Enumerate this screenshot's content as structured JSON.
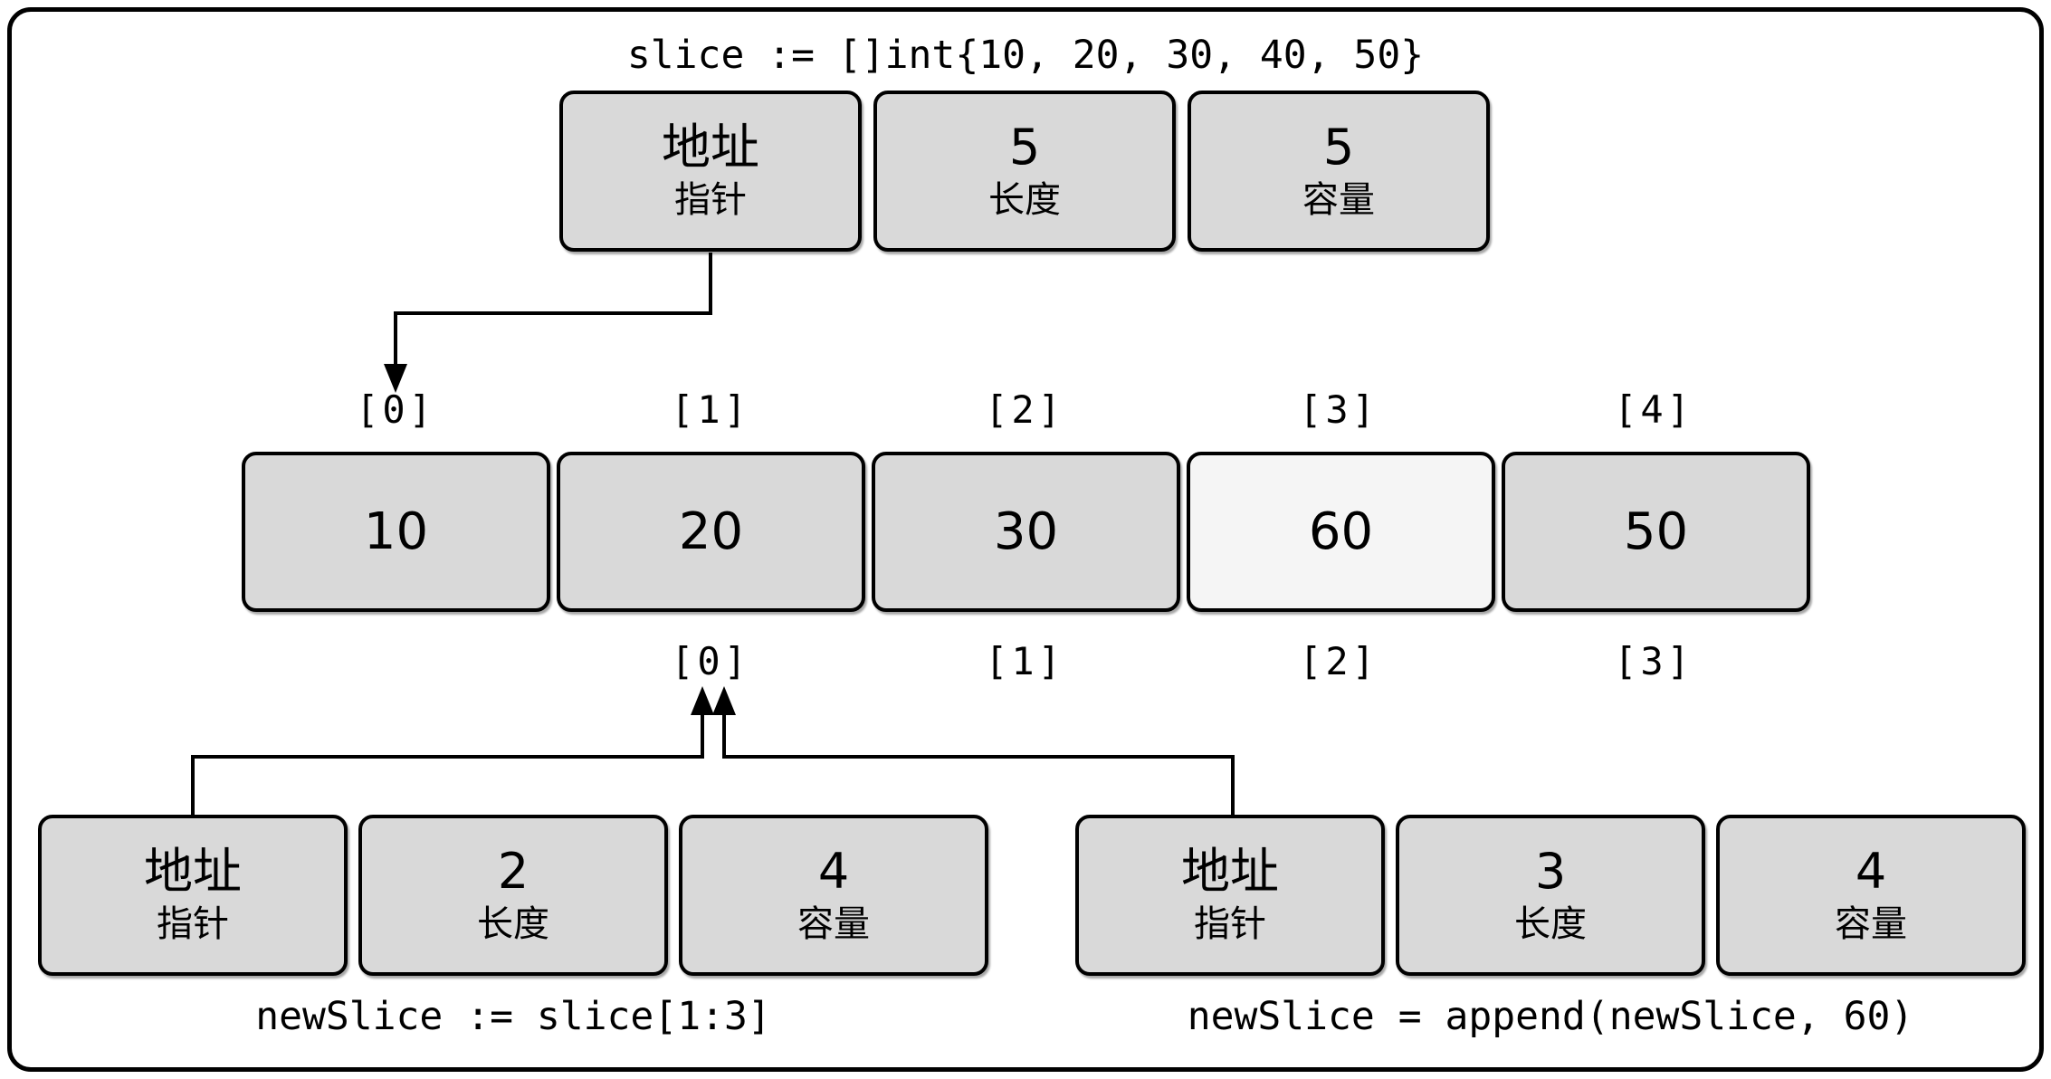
{
  "title": "slice := []int{10, 20, 30, 40, 50}",
  "colors": {
    "box_fill": "#d9d9d9",
    "box_highlight": "#f5f5f5",
    "line": "#000000",
    "background": "#ffffff"
  },
  "slice_header": {
    "pointer": {
      "value": "地址",
      "label": "指针"
    },
    "length": {
      "value": "5",
      "label": "长度"
    },
    "capacity": {
      "value": "5",
      "label": "容量"
    }
  },
  "array": {
    "top_indices": [
      "[0]",
      "[1]",
      "[2]",
      "[3]",
      "[4]"
    ],
    "cells": [
      {
        "value": "10",
        "highlight": false
      },
      {
        "value": "20",
        "highlight": false
      },
      {
        "value": "30",
        "highlight": false
      },
      {
        "value": "60",
        "highlight": true
      },
      {
        "value": "50",
        "highlight": false
      }
    ],
    "bottom_indices": [
      "[0]",
      "[1]",
      "[2]",
      "[3]"
    ]
  },
  "new_slice": {
    "caption": "newSlice := slice[1:3]",
    "pointer": {
      "value": "地址",
      "label": "指针"
    },
    "length": {
      "value": "2",
      "label": "长度"
    },
    "capacity": {
      "value": "4",
      "label": "容量"
    }
  },
  "appended_slice": {
    "caption": "newSlice = append(newSlice, 60)",
    "pointer": {
      "value": "地址",
      "label": "指针"
    },
    "length": {
      "value": "3",
      "label": "长度"
    },
    "capacity": {
      "value": "4",
      "label": "容量"
    }
  }
}
